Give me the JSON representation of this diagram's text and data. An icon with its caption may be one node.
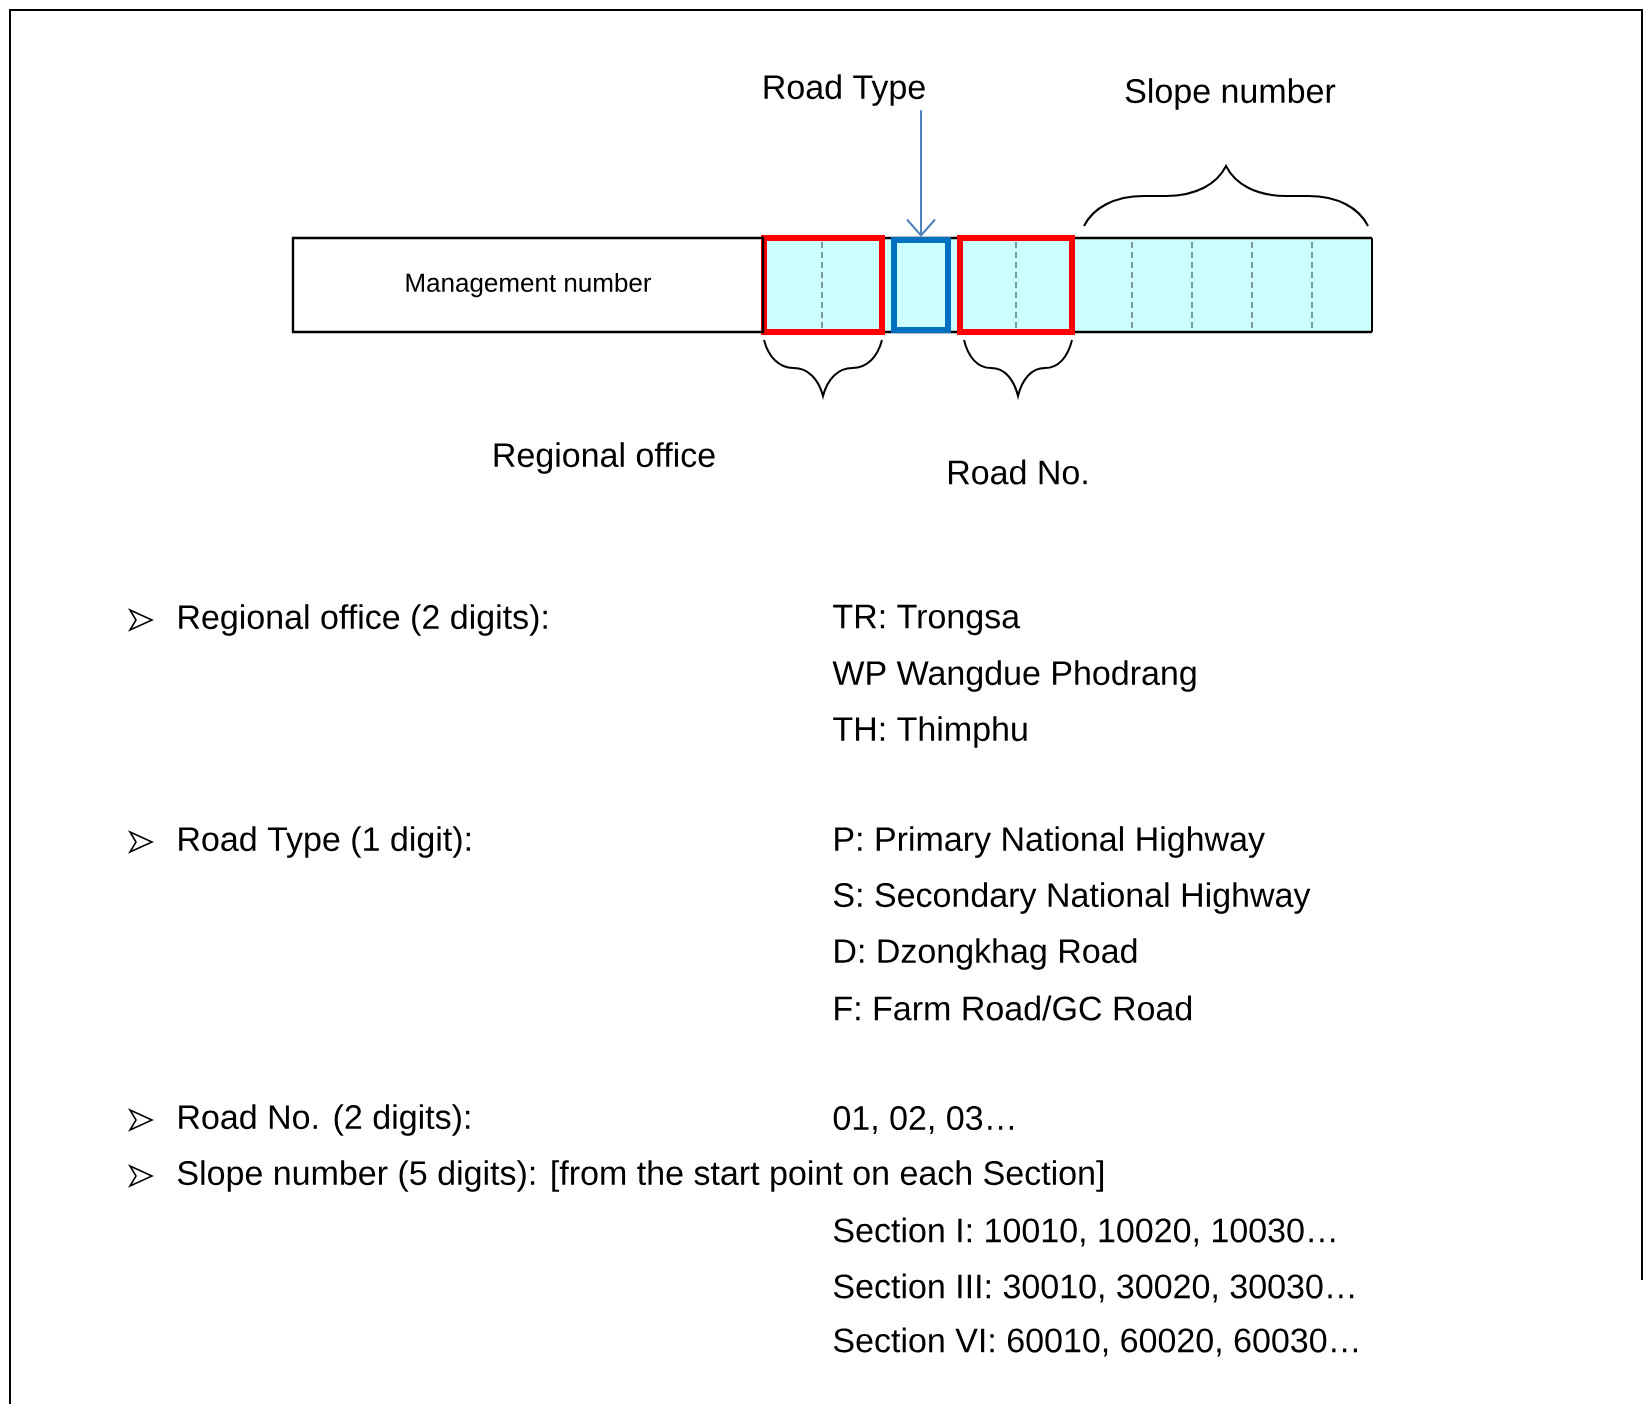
{
  "diagram": {
    "nodes": [
      {
        "text": [
          "Management number"
        ]
      },
      {
        "text": [
          "Road Type"
        ]
      },
      {
        "text": [],
        "shape": "box"
      }
    ],
    "edges": [
      {
        "from": 1,
        "to": 2,
        "arrow": "to",
        "color": "#4f81bd"
      }
    ],
    "labels": [
      "Slope number",
      "Regional office",
      "Road No.",
      "Regional office (2 digits):",
      "TR: Trongsa",
      "WP Wangdue Phodrang",
      "TH: Thimphu",
      "Road Type (1 digit):",
      "P: Primary National Highway",
      "S: Secondary National Highway",
      "D: Dzongkhag Road",
      "F: Farm Road/GC Road",
      "Road No. (2 digits):",
      "01, 02, 03…",
      "Slope number (5 digits): [from the start point on each Section]",
      "Section I: 10010, 10020, 10030…",
      "Section III: 30010, 30020, 30030…",
      "Section VI: 60010, 60020, 60030…"
    ]
  }
}
